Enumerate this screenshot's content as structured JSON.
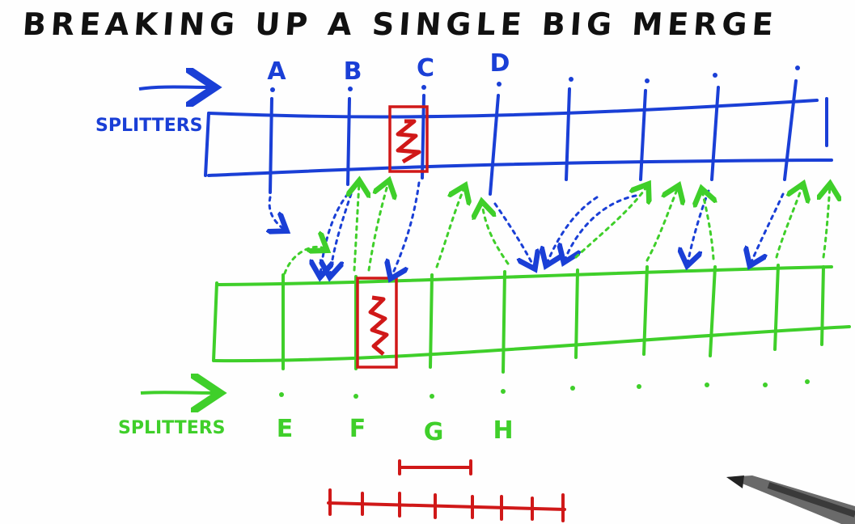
{
  "title": "BREAKING UP A SINGLE BIG MERGE",
  "top_array": {
    "label": "SPLITTERS",
    "splitter_labels": [
      "A",
      "B",
      "C",
      "D"
    ],
    "color": "#1a3fd6"
  },
  "bottom_array": {
    "label": "SPLITTERS",
    "splitter_labels": [
      "E",
      "F",
      "G",
      "H"
    ],
    "color": "#3fcf2a"
  },
  "highlight_color": "#d01818"
}
